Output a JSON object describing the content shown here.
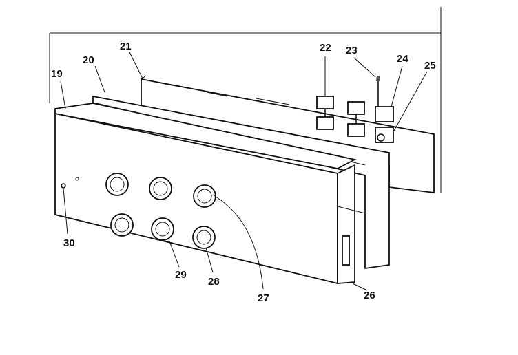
{
  "diagram": {
    "callouts": [
      "19",
      "20",
      "21",
      "22",
      "23",
      "24",
      "25",
      "26",
      "27",
      "28",
      "29",
      "30"
    ]
  }
}
